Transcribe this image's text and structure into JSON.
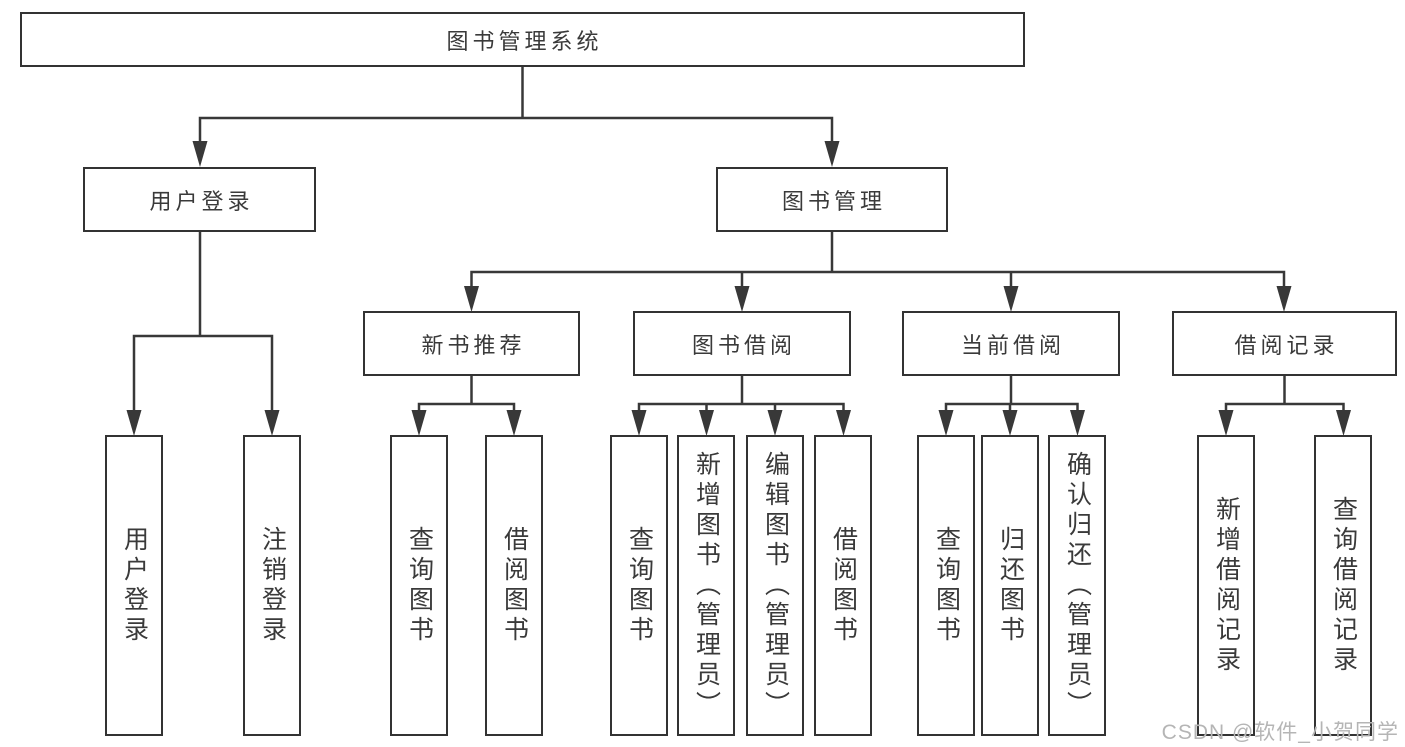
{
  "diagram": {
    "title": "图书管理系统",
    "type": "hierarchy-tree"
  },
  "nodes": {
    "root": "图书管理系统",
    "user_login": "用户登录",
    "book_mgmt": "图书管理",
    "new_book_rec": "新书推荐",
    "book_borrow": "图书借阅",
    "current_borrow": "当前借阅",
    "borrow_record": "借阅记录",
    "ul_user_login": "用户登录",
    "ul_logout": "注销登录",
    "nb_query_book": "查询图书",
    "nb_borrow_book": "借阅图书",
    "bb_query_book": "查询图书",
    "bb_add_book": "新增图书（管理员）",
    "bb_edit_book": "编辑图书（管理员）",
    "bb_borrow_book": "借阅图书",
    "cb_query_book": "查询图书",
    "cb_return_book": "归还图书",
    "cb_confirm_return": "确认归还（管理员）",
    "br_add_record": "新增借阅记录",
    "br_query_record": "查询借阅记录"
  },
  "watermark": {
    "text": "CSDN @软件_小贺同学"
  },
  "colors": {
    "line": "#383838",
    "box_border": "#333333",
    "text": "#3a3a3a",
    "watermark": "#b5b5b5",
    "background": "#ffffff"
  }
}
